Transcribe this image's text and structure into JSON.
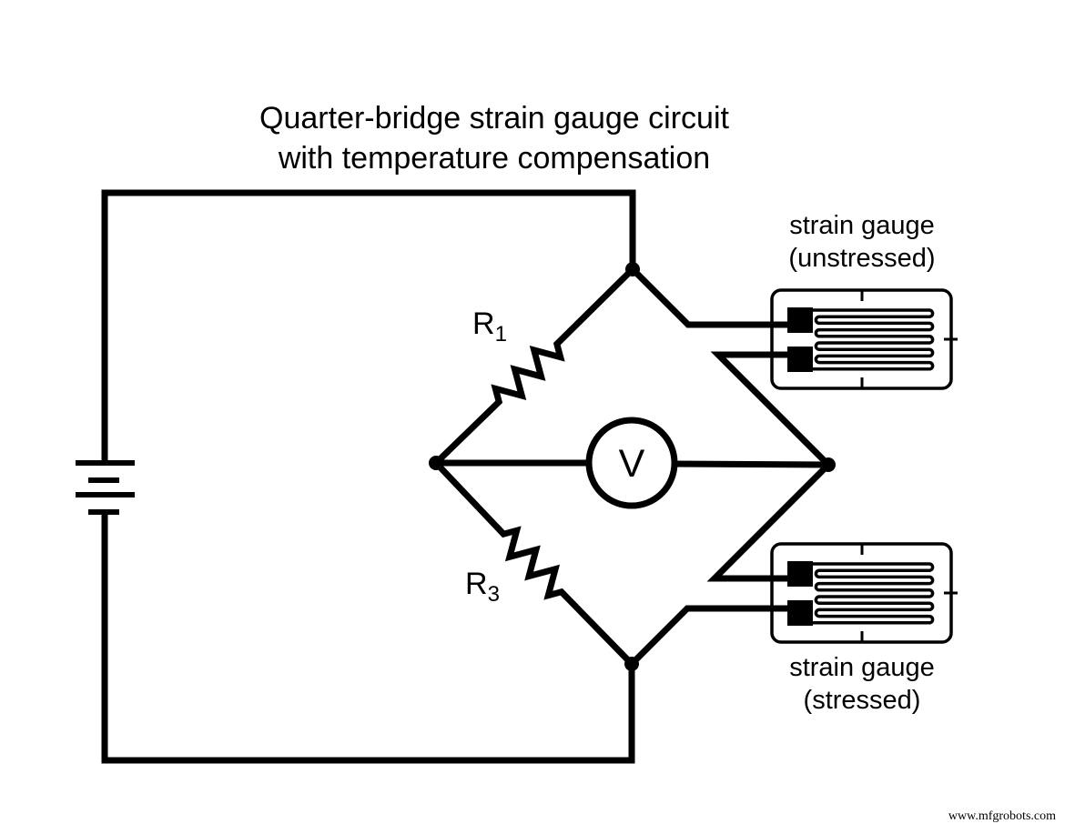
{
  "page": {
    "background_color": "#ffffff",
    "ink_color": "#000000"
  },
  "title": {
    "line1": "Quarter-bridge strain gauge circuit",
    "line2": "with temperature compensation"
  },
  "components": {
    "r1": {
      "base": "R",
      "sub": "1"
    },
    "r3": {
      "base": "R",
      "sub": "3"
    },
    "voltmeter_label": "V",
    "gauge_top": {
      "line1": "strain gauge",
      "line2": "(unstressed)"
    },
    "gauge_bottom": {
      "line1": "strain gauge",
      "line2": "(stressed)"
    }
  },
  "watermark": "www.mfgrobots.com"
}
